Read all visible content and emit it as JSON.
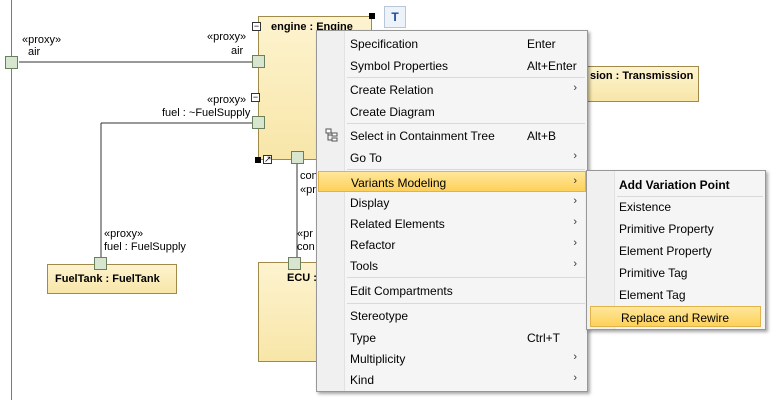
{
  "diagram": {
    "left_port": {
      "stereotype": "«proxy»",
      "name": "air"
    },
    "engine": {
      "title": "engine : Engine",
      "air_port": {
        "stereotype": "«proxy»",
        "name": "air"
      },
      "fuel_port": {
        "stereotype": "«proxy»",
        "name": "fuel : ~FuelSupply"
      },
      "bottom_labels": [
        "con",
        "«pr"
      ]
    },
    "transmission": {
      "title": "sion : Transmission"
    },
    "fueltank": {
      "title": "FuelTank : FuelTank",
      "port": {
        "stereotype": "«proxy»",
        "name": "fuel : FuelSupply"
      }
    },
    "ecu": {
      "title": "ECU :",
      "port_labels": [
        "«pr",
        "con"
      ]
    },
    "toolbar_icon": "text-format-icon",
    "colors": {
      "part_fill": "#f8e6a8",
      "port_fill": "#d8e6cf",
      "highlight": "#fdd15a"
    }
  },
  "context_menu": {
    "items": [
      {
        "label": "Specification",
        "shortcut": "Enter",
        "submenu": false
      },
      {
        "label": "Symbol Properties",
        "shortcut": "Alt+Enter",
        "submenu": false
      },
      {
        "label": "Create Relation",
        "shortcut": "",
        "submenu": true
      },
      {
        "label": "Create Diagram",
        "shortcut": "",
        "submenu": false
      },
      {
        "label": "Select in Containment Tree",
        "shortcut": "Alt+B",
        "submenu": false,
        "icon": "containment-tree-icon"
      },
      {
        "label": "Go To",
        "shortcut": "",
        "submenu": true
      },
      {
        "label": "Variants Modeling",
        "shortcut": "",
        "submenu": true,
        "highlighted": true
      },
      {
        "label": "Display",
        "shortcut": "",
        "submenu": true
      },
      {
        "label": "Related Elements",
        "shortcut": "",
        "submenu": true
      },
      {
        "label": "Refactor",
        "shortcut": "",
        "submenu": true
      },
      {
        "label": "Tools",
        "shortcut": "",
        "submenu": true
      },
      {
        "label": "Edit Compartments",
        "shortcut": "",
        "submenu": false
      },
      {
        "label": "Stereotype",
        "shortcut": "",
        "submenu": false
      },
      {
        "label": "Type",
        "shortcut": "Ctrl+T",
        "submenu": false
      },
      {
        "label": "Multiplicity",
        "shortcut": "",
        "submenu": true
      },
      {
        "label": "Kind",
        "shortcut": "",
        "submenu": true
      }
    ]
  },
  "submenu": {
    "header": "Add Variation Point",
    "items": [
      "Existence",
      "Primitive Property",
      "Element Property",
      "Primitive Tag",
      "Element Tag",
      "Replace and Rewire"
    ],
    "highlighted_index": 5
  }
}
